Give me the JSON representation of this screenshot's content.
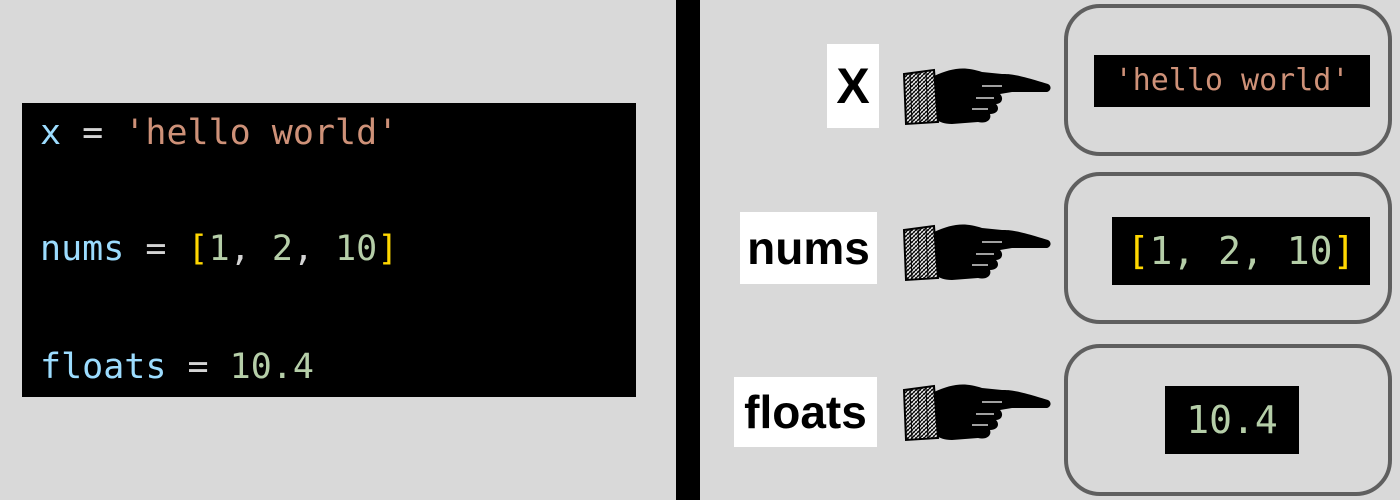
{
  "code": {
    "lines": [
      {
        "name": "x",
        "assign": " = ",
        "value_str": "'hello world'"
      },
      {
        "name": "nums",
        "assign": " = ",
        "open": "[",
        "items": [
          "1",
          ", ",
          "2",
          ", ",
          "10"
        ],
        "close": "]"
      },
      {
        "name": "floats",
        "assign": " = ",
        "value_num": "10.4"
      }
    ]
  },
  "diagram": {
    "rows": [
      {
        "label": "X",
        "value": "'hello world'"
      },
      {
        "label": "nums",
        "open": "[",
        "items": "1, 2, 10",
        "close": "]"
      },
      {
        "label": "floats",
        "value": "10.4"
      }
    ],
    "pointer_icon": "pointing-hand-icon"
  },
  "colors": {
    "background": "#d9d9d9",
    "code_background": "#000000",
    "variable": "#9cdcfe",
    "string": "#ce9178",
    "number": "#b5cea8",
    "bracket": "#ffd700",
    "box_border": "#5f5f5f"
  }
}
